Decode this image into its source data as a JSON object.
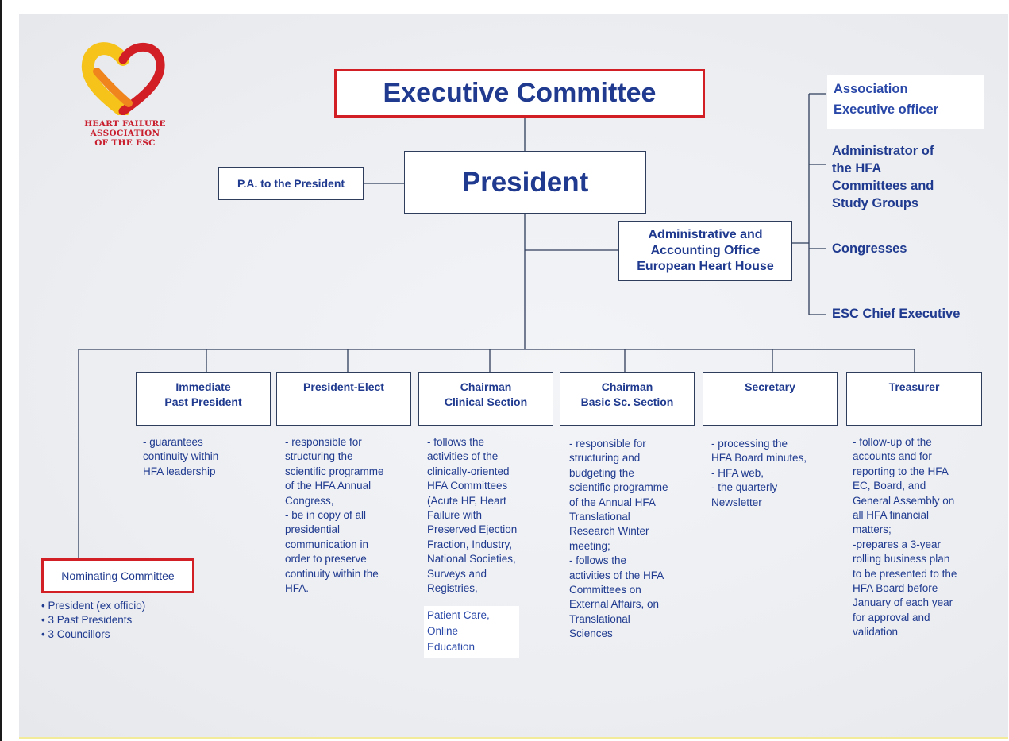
{
  "logo": {
    "lines": [
      "HEART FAILURE",
      "ASSOCIATION",
      "OF THE ESC"
    ],
    "colors": {
      "red": "#d21f26",
      "orange": "#f0851e",
      "yellow": "#f6c31b"
    }
  },
  "top": {
    "executive_committee": "Executive Committee",
    "president": "President",
    "pa_to_president": "P.A. to the President",
    "admin_office": [
      "Administrative and",
      "Accounting Office",
      "European Heart House"
    ]
  },
  "right_column": {
    "association_officer": [
      "Association",
      "Executive officer"
    ],
    "administrator": [
      "Administrator of",
      "the HFA",
      "Committees and",
      "Study Groups"
    ],
    "congresses": "Congresses",
    "esc_chief": "ESC Chief Executive"
  },
  "positions": [
    {
      "title": "Immediate\nPast President",
      "desc": "- guarantees\ncontinuity within\nHFA leadership"
    },
    {
      "title": "President-Elect",
      "desc": "- responsible for\nstructuring the\nscientific programme\nof the HFA Annual\nCongress,\n- be in copy of all\npresidential\ncommunication in\norder to preserve\ncontinuity within the\nHFA."
    },
    {
      "title": "Chairman\nClinical Section",
      "desc": "- follows the\nactivities of the\nclinically-oriented\nHFA Committees\n(Acute HF, Heart\nFailure with\nPreserved Ejection\nFraction, Industry,\nNational Societies,\nSurveys and\nRegistries,",
      "desc_extra": "Patient Care,\nOnline\nEducation"
    },
    {
      "title": "Chairman\nBasic Sc. Section",
      "desc": "- responsible for\nstructuring and\nbudgeting the\nscientific programme\nof the Annual HFA\nTranslational\nResearch Winter\nmeeting;\n- follows the\nactivities of the HFA\nCommittees on\nExternal Affairs, on\nTranslational\nSciences"
    },
    {
      "title": "Secretary",
      "desc": "- processing the\nHFA Board minutes,\n- HFA web,\n- the quarterly\nNewsletter"
    },
    {
      "title": "Treasurer",
      "desc": "- follow-up of the\naccounts and for\nreporting to the HFA\nEC,  Board, and\nGeneral Assembly on\nall HFA financial\nmatters;\n-prepares a 3-year\nrolling business plan\nto be presented to the\nHFA Board before\nJanuary of each year\nfor approval and\nvalidation"
    }
  ],
  "nominating": {
    "title": "Nominating Committee",
    "members": [
      "• President (ex officio)",
      "• 3 Past Presidents",
      "• 3 Councillors"
    ]
  }
}
